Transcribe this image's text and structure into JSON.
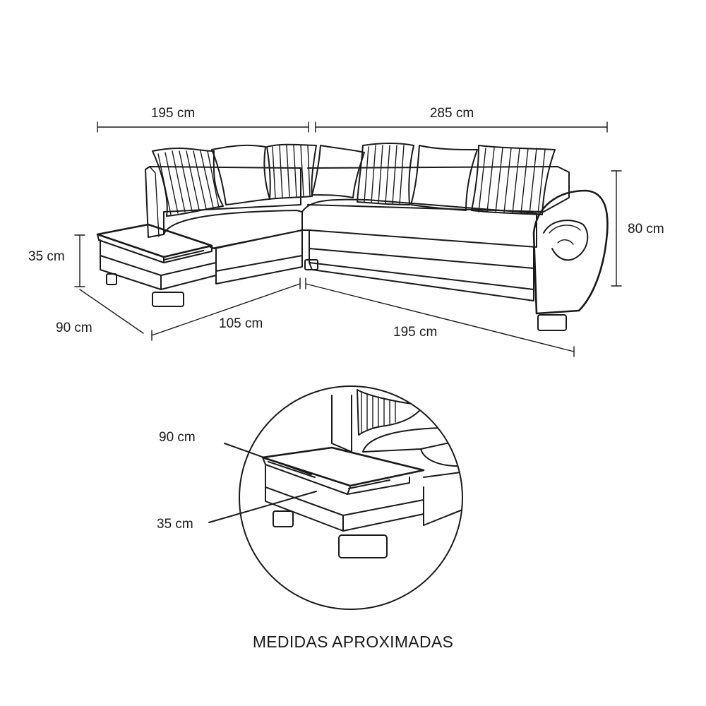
{
  "dimensions": {
    "top_left_width": "195 cm",
    "top_right_width": "285 cm",
    "chaise_height": "35 cm",
    "chaise_depth": "90 cm",
    "front_left_length": "105 cm",
    "front_right_length": "195 cm",
    "back_height": "80 cm"
  },
  "detail": {
    "top_depth": "90 cm",
    "top_height": "35 cm"
  },
  "footer": "MEDIDAS APROXIMADAS"
}
